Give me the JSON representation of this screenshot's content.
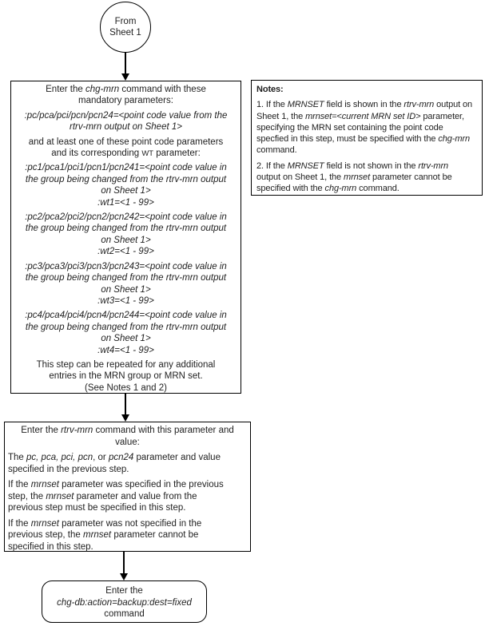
{
  "colors": {
    "border": "#000000",
    "background": "#ffffff",
    "text": "#1f1f1f"
  },
  "start_circle": {
    "label": "From\nSheet 1"
  },
  "main_box": {
    "paragraphs": [
      {
        "align": "center",
        "runs": [
          {
            "t": "Enter the "
          },
          {
            "t": "chg-mrn",
            "i": true
          },
          {
            "t": " command with these\nmandatory parameters:"
          }
        ]
      },
      {
        "align": "center",
        "runs": [
          {
            "t": ":pc/pca/pci/pcn/pcn24=<point code value from the\nrtrv-mrn output on Sheet 1>",
            "i": true
          }
        ]
      },
      {
        "align": "center",
        "runs": [
          {
            "t": "and at least one of these point code parameters\nand its corresponding "
          },
          {
            "t": "WT",
            "sc": true
          },
          {
            "t": " parameter:"
          }
        ]
      },
      {
        "align": "center",
        "runs": [
          {
            "t": ":pc1/pca1/pci1/pcn1/pcn241=<point code value in\nthe group being changed from the rtrv-mrn output\non Sheet 1>\n:wt1=<1 - 99>",
            "i": true
          }
        ]
      },
      {
        "align": "center",
        "runs": [
          {
            "t": ":pc2/pca2/pci2/pcn2/pcn242=<point code value in\nthe group being changed from the rtrv-mrn output\non Sheet 1>\n:wt2=<1 - 99>",
            "i": true
          }
        ]
      },
      {
        "align": "center",
        "runs": [
          {
            "t": ":pc3/pca3/pci3/pcn3/pcn243=<point code value in\nthe group being changed from the rtrv-mrn output\non Sheet 1>\n:wt3=<1 - 99>",
            "i": true
          }
        ]
      },
      {
        "align": "center",
        "runs": [
          {
            "t": ":pc4/pca4/pci4/pcn4/pcn244=<point code value in\nthe group being changed from the rtrv-mrn output\non Sheet 1>\n:wt4=<1 - 99>",
            "i": true
          }
        ]
      },
      {
        "align": "center",
        "runs": [
          {
            "t": "This step can be repeated for any additional\nentries in the MRN group or MRN set.\n(See Notes 1 and 2)"
          }
        ]
      }
    ]
  },
  "notes_box": {
    "paragraphs": [
      {
        "align": "left",
        "runs": [
          {
            "t": "Notes:",
            "b": true
          }
        ]
      },
      {
        "align": "left",
        "runs": [
          {
            "t": "1. If the "
          },
          {
            "t": "MRNSET",
            "i": true
          },
          {
            "t": " field is shown in the "
          },
          {
            "t": "rtrv-mrn",
            "i": true
          },
          {
            "t": " output on\nSheet 1, the "
          },
          {
            "t": "mrnset=<current MRN set ID>",
            "i": true
          },
          {
            "t": " parameter,\nspecifying the MRN set containing the point code\nspecfied in this step, must be specified with the "
          },
          {
            "t": "chg-mrn",
            "i": true
          },
          {
            "t": "\ncommand."
          }
        ]
      },
      {
        "align": "left",
        "runs": [
          {
            "t": "2. If the "
          },
          {
            "t": "MRNSET",
            "i": true
          },
          {
            "t": " field is not shown in the "
          },
          {
            "t": "rtrv-mrn",
            "i": true
          },
          {
            "t": "\noutput on Sheet 1, the "
          },
          {
            "t": "mrnset",
            "i": true
          },
          {
            "t": " parameter cannot be\nspecified with the "
          },
          {
            "t": "chg-mrn",
            "i": true
          },
          {
            "t": " command."
          }
        ]
      }
    ]
  },
  "step2_box": {
    "paragraphs": [
      {
        "align": "center",
        "runs": [
          {
            "t": "Enter the "
          },
          {
            "t": "rtrv-mrn",
            "i": true
          },
          {
            "t": " command with this parameter and\nvalue:"
          }
        ]
      },
      {
        "align": "left",
        "runs": [
          {
            "t": "The "
          },
          {
            "t": "pc, pca, pci, pcn",
            "i": true
          },
          {
            "t": ", or "
          },
          {
            "t": "pcn24",
            "i": true
          },
          {
            "t": " parameter and value\nspecified in the previous step."
          }
        ]
      },
      {
        "align": "left",
        "runs": [
          {
            "t": "If the "
          },
          {
            "t": "mrnset",
            "i": true
          },
          {
            "t": " parameter was specified in the previous\nstep, the "
          },
          {
            "t": "mrnset",
            "i": true
          },
          {
            "t": " parameter and value from the\nprevious step must be specified in this step."
          }
        ]
      },
      {
        "align": "left",
        "runs": [
          {
            "t": "If the "
          },
          {
            "t": "mrnset",
            "i": true
          },
          {
            "t": " parameter was not specified in the\nprevious step, the "
          },
          {
            "t": "mrnset",
            "i": true
          },
          {
            "t": " parameter cannot be\nspecified in this step."
          }
        ]
      }
    ]
  },
  "end_box": {
    "paragraphs": [
      {
        "align": "center",
        "runs": [
          {
            "t": "Enter the\n"
          },
          {
            "t": "chg-db:action=backup:dest=fixed",
            "i": true
          },
          {
            "t": "\ncommand"
          }
        ]
      }
    ]
  }
}
